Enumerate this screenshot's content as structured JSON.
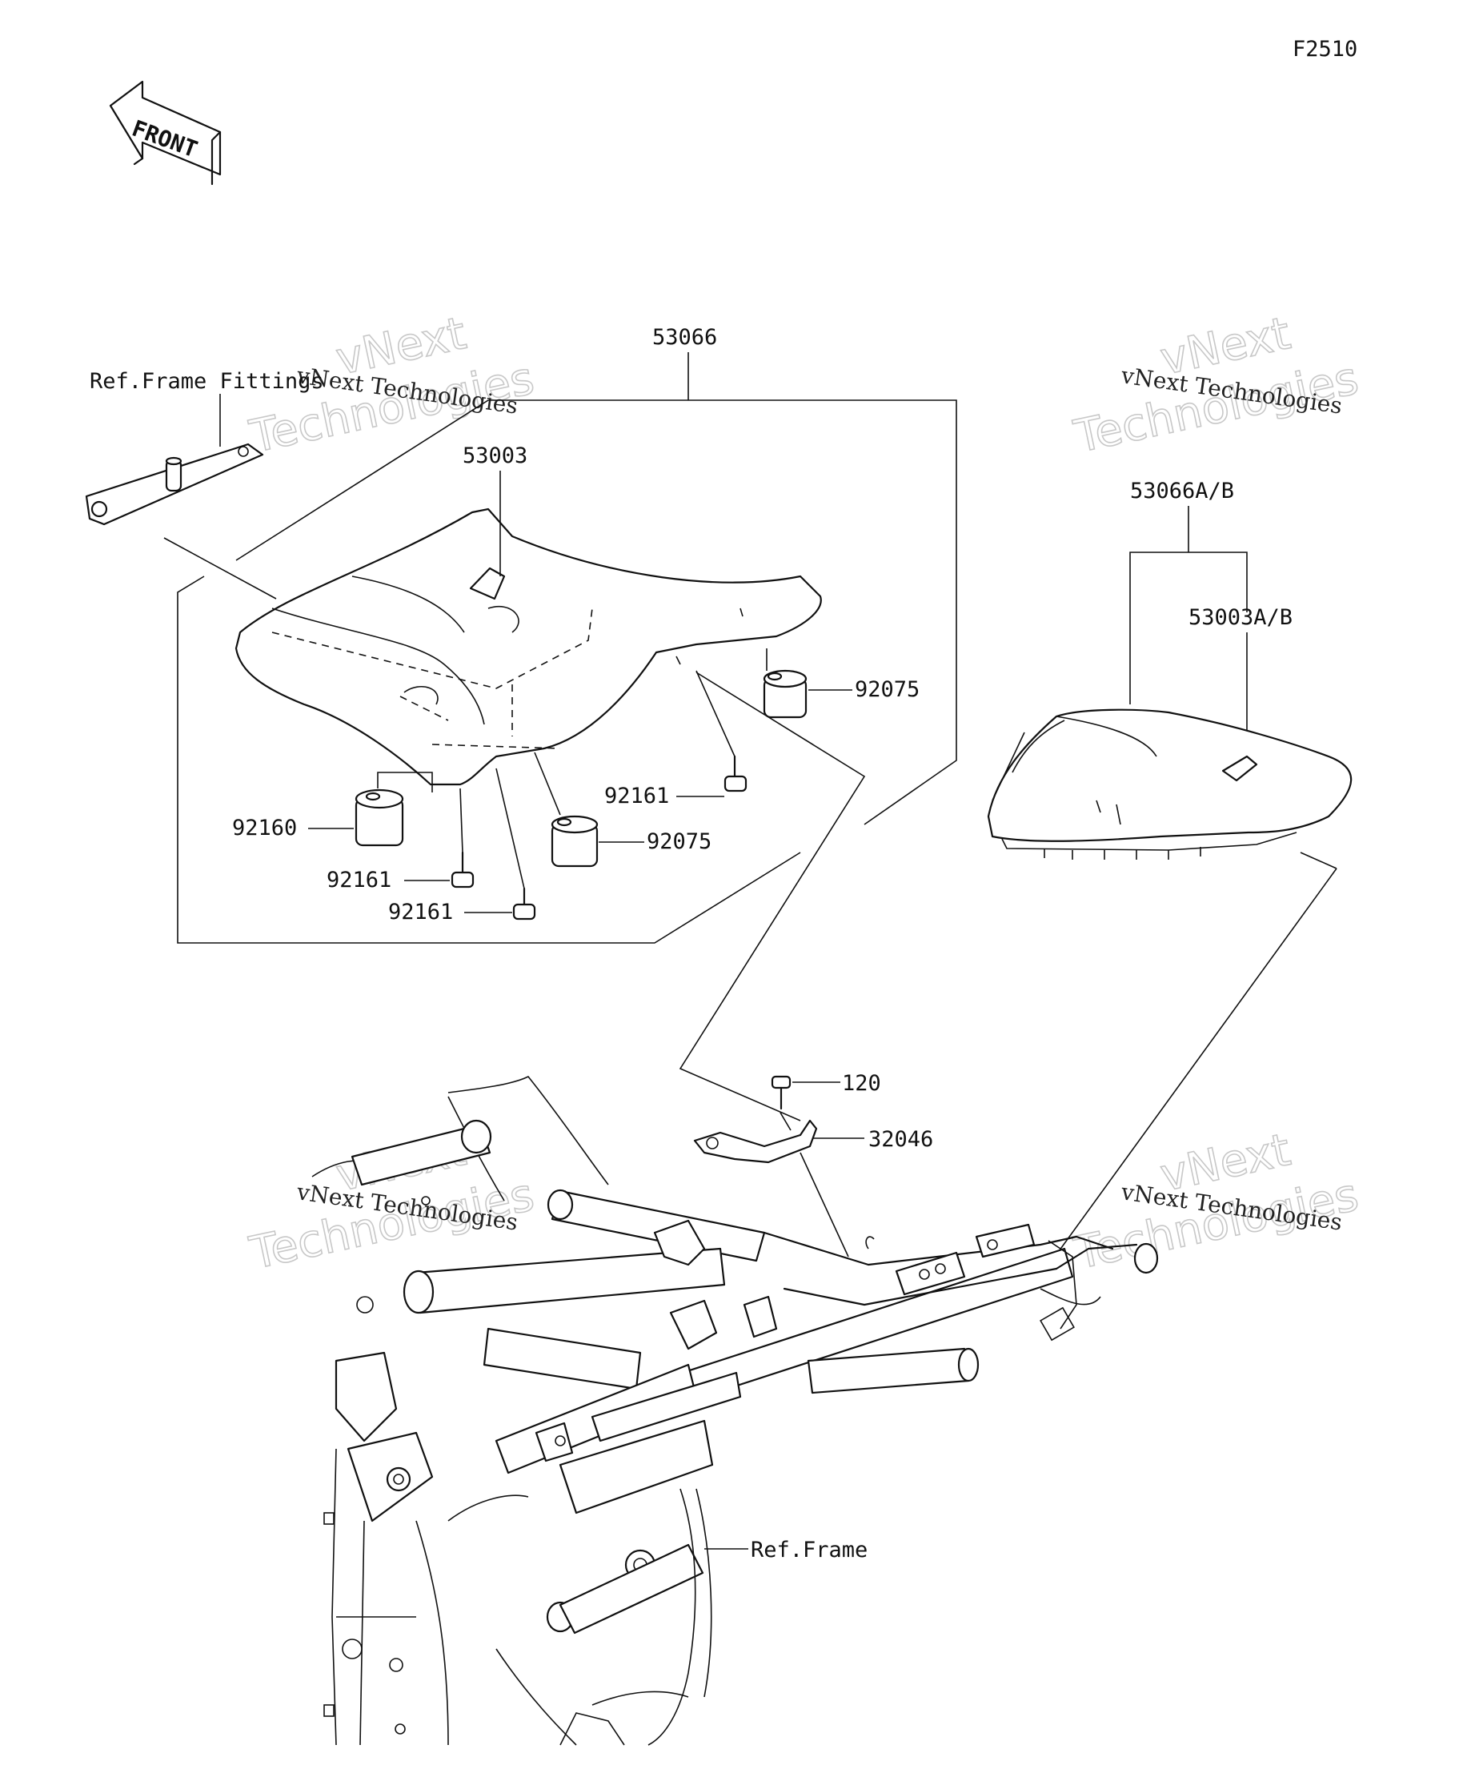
{
  "diagram_code": "F2510",
  "front_arrow_label": "FRONT",
  "callouts": {
    "ref_frame_fittings": "Ref.Frame Fittings",
    "seat_assy": "53066",
    "seat_cover": "53003",
    "damper_92075_upper": "92075",
    "damper_92075_lower": "92075",
    "bolt_92161_a": "92161",
    "bolt_92161_b": "92161",
    "bolt_92161_c": "92161",
    "damper_92160": "92160",
    "rear_seat_assy": "53066A/B",
    "rear_seat_cover": "53003A/B",
    "bolt_120": "120",
    "bracket_32046": "32046",
    "ref_frame": "Ref.Frame"
  },
  "watermark": {
    "line1": "vNext Technologies",
    "line2": "vNext",
    "line3": "Technologies"
  }
}
